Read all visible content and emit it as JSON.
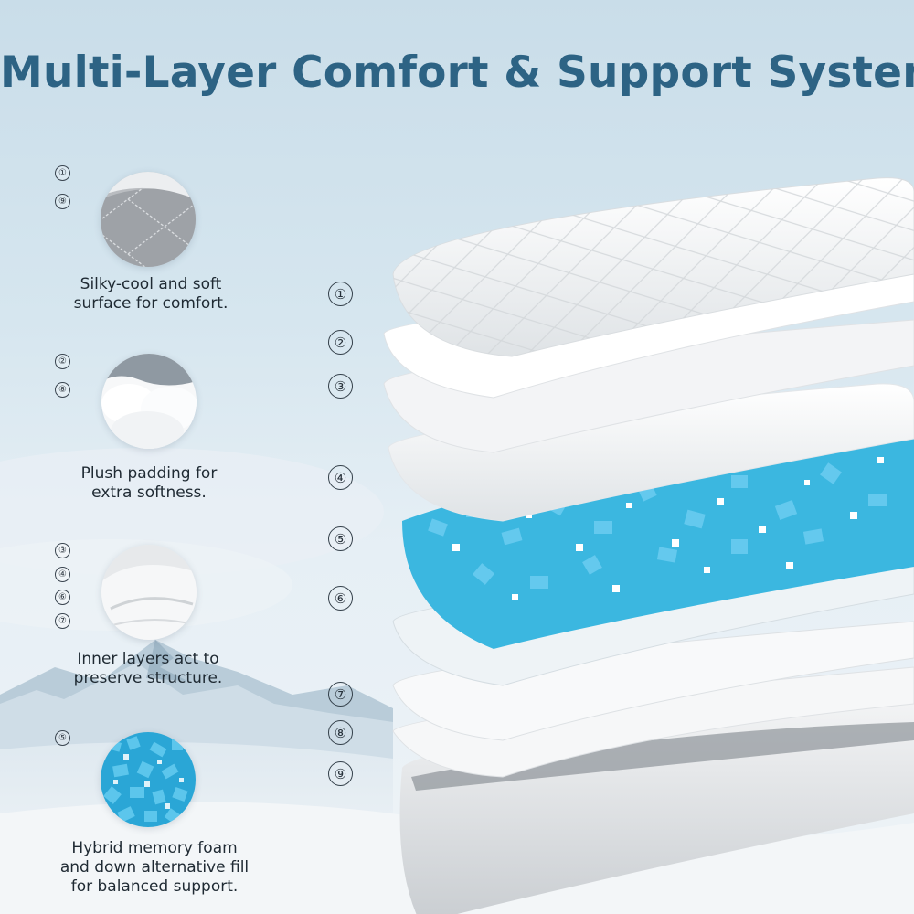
{
  "title": "Multi-Layer Comfort & Support System",
  "colors": {
    "title": "#2d6384",
    "foam": "#3bb7e0",
    "sky": "#c9dde9"
  },
  "features": [
    {
      "badges": [
        "①",
        "⑨"
      ],
      "swatch": "quilted-fabric",
      "caption_lines": [
        "Silky-cool and soft",
        "surface for comfort."
      ]
    },
    {
      "badges": [
        "②",
        "⑧"
      ],
      "swatch": "padding-fiber",
      "caption_lines": [
        "Plush padding for",
        "extra softness."
      ]
    },
    {
      "badges": [
        "③",
        "④",
        "⑥",
        "⑦"
      ],
      "swatch": "inner-fabric",
      "caption_lines": [
        "Inner layers act to",
        "preserve structure."
      ]
    },
    {
      "badges": [
        "⑤"
      ],
      "swatch": "memory-foam",
      "caption_lines": [
        "Hybrid memory foam",
        "and down alternative fill",
        "for balanced support."
      ]
    }
  ],
  "layer_numbers": [
    "①",
    "②",
    "③",
    "④",
    "⑤",
    "⑥",
    "⑦",
    "⑧",
    "⑨"
  ]
}
